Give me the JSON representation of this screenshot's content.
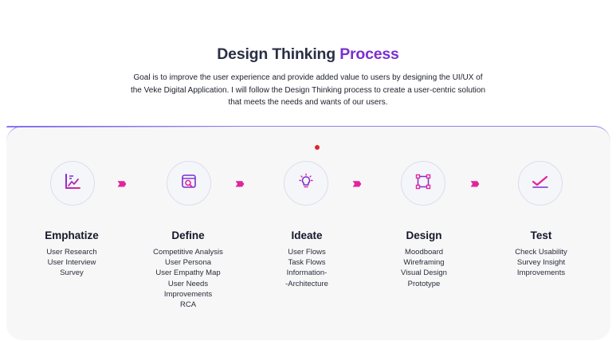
{
  "header": {
    "title_main": "Design Thinking",
    "title_accent": "Process",
    "intro_lines": [
      "Goal is to improve the user experience and provide added value to users by designing the UI/UX of",
      "the Veke Digital Application. I will follow the Design Thinking process to create a user-centric solution",
      "that meets the needs and wants of our users."
    ]
  },
  "colors": {
    "accent_purple": "#7b2fd0",
    "arrow_pink": "#e0259b",
    "indicator_red": "#e2242b"
  },
  "arrow_glyph": "››››",
  "steps": [
    {
      "icon": "chart-analytics-icon",
      "title": "Emphatize",
      "items": [
        "User Research",
        "User Interview",
        "Survey"
      ]
    },
    {
      "icon": "browser-search-icon",
      "title": "Define",
      "items": [
        "Competitive Analysis",
        "User Persona",
        "User Empathy Map",
        "User Needs",
        "Improvements",
        "RCA"
      ]
    },
    {
      "icon": "lightbulb-icon",
      "title": "Ideate",
      "items": [
        "User Flows",
        "Task Flows",
        "Information-",
        "-Architecture"
      ]
    },
    {
      "icon": "vector-frame-icon",
      "title": "Design",
      "items": [
        "Moodboard",
        "Wireframing",
        "Visual Design",
        "Prototype"
      ]
    },
    {
      "icon": "checkmark-icon",
      "title": "Test",
      "items": [
        "Check Usability",
        "Survey Insight",
        "Improvements"
      ]
    }
  ]
}
